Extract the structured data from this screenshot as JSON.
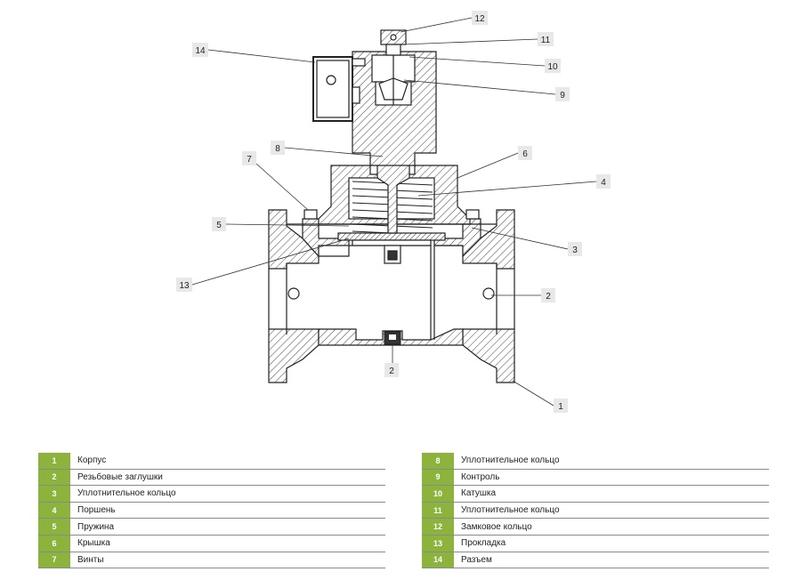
{
  "callouts": [
    {
      "num": "1"
    },
    {
      "num": "2"
    },
    {
      "num": "2"
    },
    {
      "num": "3"
    },
    {
      "num": "4"
    },
    {
      "num": "5"
    },
    {
      "num": "6"
    },
    {
      "num": "7"
    },
    {
      "num": "8"
    },
    {
      "num": "9"
    },
    {
      "num": "10"
    },
    {
      "num": "11"
    },
    {
      "num": "12"
    },
    {
      "num": "13"
    },
    {
      "num": "14"
    }
  ],
  "legend_left": [
    {
      "num": "1",
      "label": "Корпус"
    },
    {
      "num": "2",
      "label": "Резьбовые заглушки"
    },
    {
      "num": "3",
      "label": "Уплотнительное кольцо"
    },
    {
      "num": "4",
      "label": "Поршень"
    },
    {
      "num": "5",
      "label": "Пружина"
    },
    {
      "num": "6",
      "label": "Крышка"
    },
    {
      "num": "7",
      "label": "Винты"
    }
  ],
  "legend_right": [
    {
      "num": "8",
      "label": "Уплотнительное кольцо"
    },
    {
      "num": "9",
      "label": "Контроль"
    },
    {
      "num": "10",
      "label": "Катушка"
    },
    {
      "num": "11",
      "label": "Уплотнительное кольцо"
    },
    {
      "num": "12",
      "label": "Замковое кольцо"
    },
    {
      "num": "13",
      "label": "Прокладка"
    },
    {
      "num": "14",
      "label": "Разъем"
    }
  ],
  "colors": {
    "legend_accent": "#8cb43c",
    "hatch": "#444444",
    "callout_box": "#e8e8e8"
  }
}
